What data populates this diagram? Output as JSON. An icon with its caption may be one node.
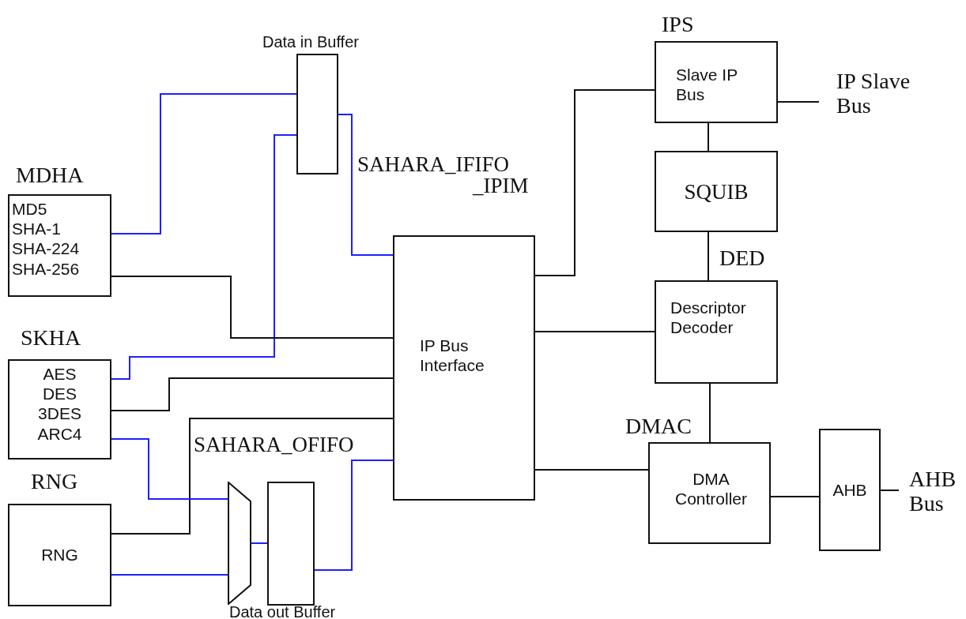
{
  "diagram": {
    "nodes": [
      {
        "text": [
          "MDHA",
          "MD5 SHA-1 SHA-224 SHA-256"
        ]
      },
      {
        "text": [
          "SKHA",
          "AES DES 3DES ARC4"
        ]
      },
      {
        "text": [
          "RNG",
          "RNG"
        ]
      },
      {
        "text": [
          "Data in Buffer"
        ]
      },
      {
        "text": [
          "IP Bus Interface"
        ]
      },
      {
        "text": [],
        "shape": "trapezoid"
      },
      {
        "text": [
          "Data out Buffer"
        ]
      },
      {
        "text": [
          "IPS",
          "Slave IP Bus"
        ]
      },
      {
        "text": [
          "SQUIB"
        ]
      },
      {
        "text": [
          "DED",
          "Descriptor Decoder"
        ]
      },
      {
        "text": [
          "DMAC",
          "DMA Controller"
        ]
      },
      {
        "text": [
          "AHB"
        ]
      },
      {
        "text": [
          "IP Slave Bus"
        ]
      },
      {
        "text": [
          "AHB Bus"
        ]
      }
    ],
    "edges": [
      {
        "from": 0,
        "to": 3,
        "arrow": "none",
        "color": "#1f1fff"
      },
      {
        "from": 1,
        "to": 3,
        "arrow": "none",
        "color": "#1f1fff"
      },
      {
        "from": 3,
        "to": 4,
        "arrow": "none",
        "color": "#1f1fff"
      },
      {
        "from": 0,
        "to": 4,
        "arrow": "none"
      },
      {
        "from": 1,
        "to": 4,
        "arrow": "none"
      },
      {
        "from": 2,
        "to": 4,
        "arrow": "none"
      },
      {
        "from": 1,
        "to": 5,
        "arrow": "none",
        "color": "#1f1fff"
      },
      {
        "from": 2,
        "to": 5,
        "arrow": "none",
        "color": "#1f1fff"
      },
      {
        "from": 5,
        "to": 6,
        "arrow": "none",
        "color": "#1f1fff"
      },
      {
        "from": 6,
        "to": 4,
        "arrow": "none",
        "color": "#1f1fff"
      },
      {
        "from": 4,
        "to": 7,
        "arrow": "none"
      },
      {
        "from": 4,
        "to": 9,
        "arrow": "none"
      },
      {
        "from": 4,
        "to": 10,
        "arrow": "none"
      },
      {
        "from": 7,
        "to": 8,
        "arrow": "none"
      },
      {
        "from": 8,
        "to": 9,
        "arrow": "none"
      },
      {
        "from": 9,
        "to": 10,
        "arrow": "none"
      },
      {
        "from": 10,
        "to": 11,
        "arrow": "none"
      },
      {
        "from": 7,
        "to": 12,
        "arrow": "none"
      },
      {
        "from": 11,
        "to": 13,
        "arrow": "none"
      }
    ],
    "labels": [
      "SAHARA_IFIFO",
      "_IPIM",
      "SAHARA_OFIFO"
    ]
  }
}
